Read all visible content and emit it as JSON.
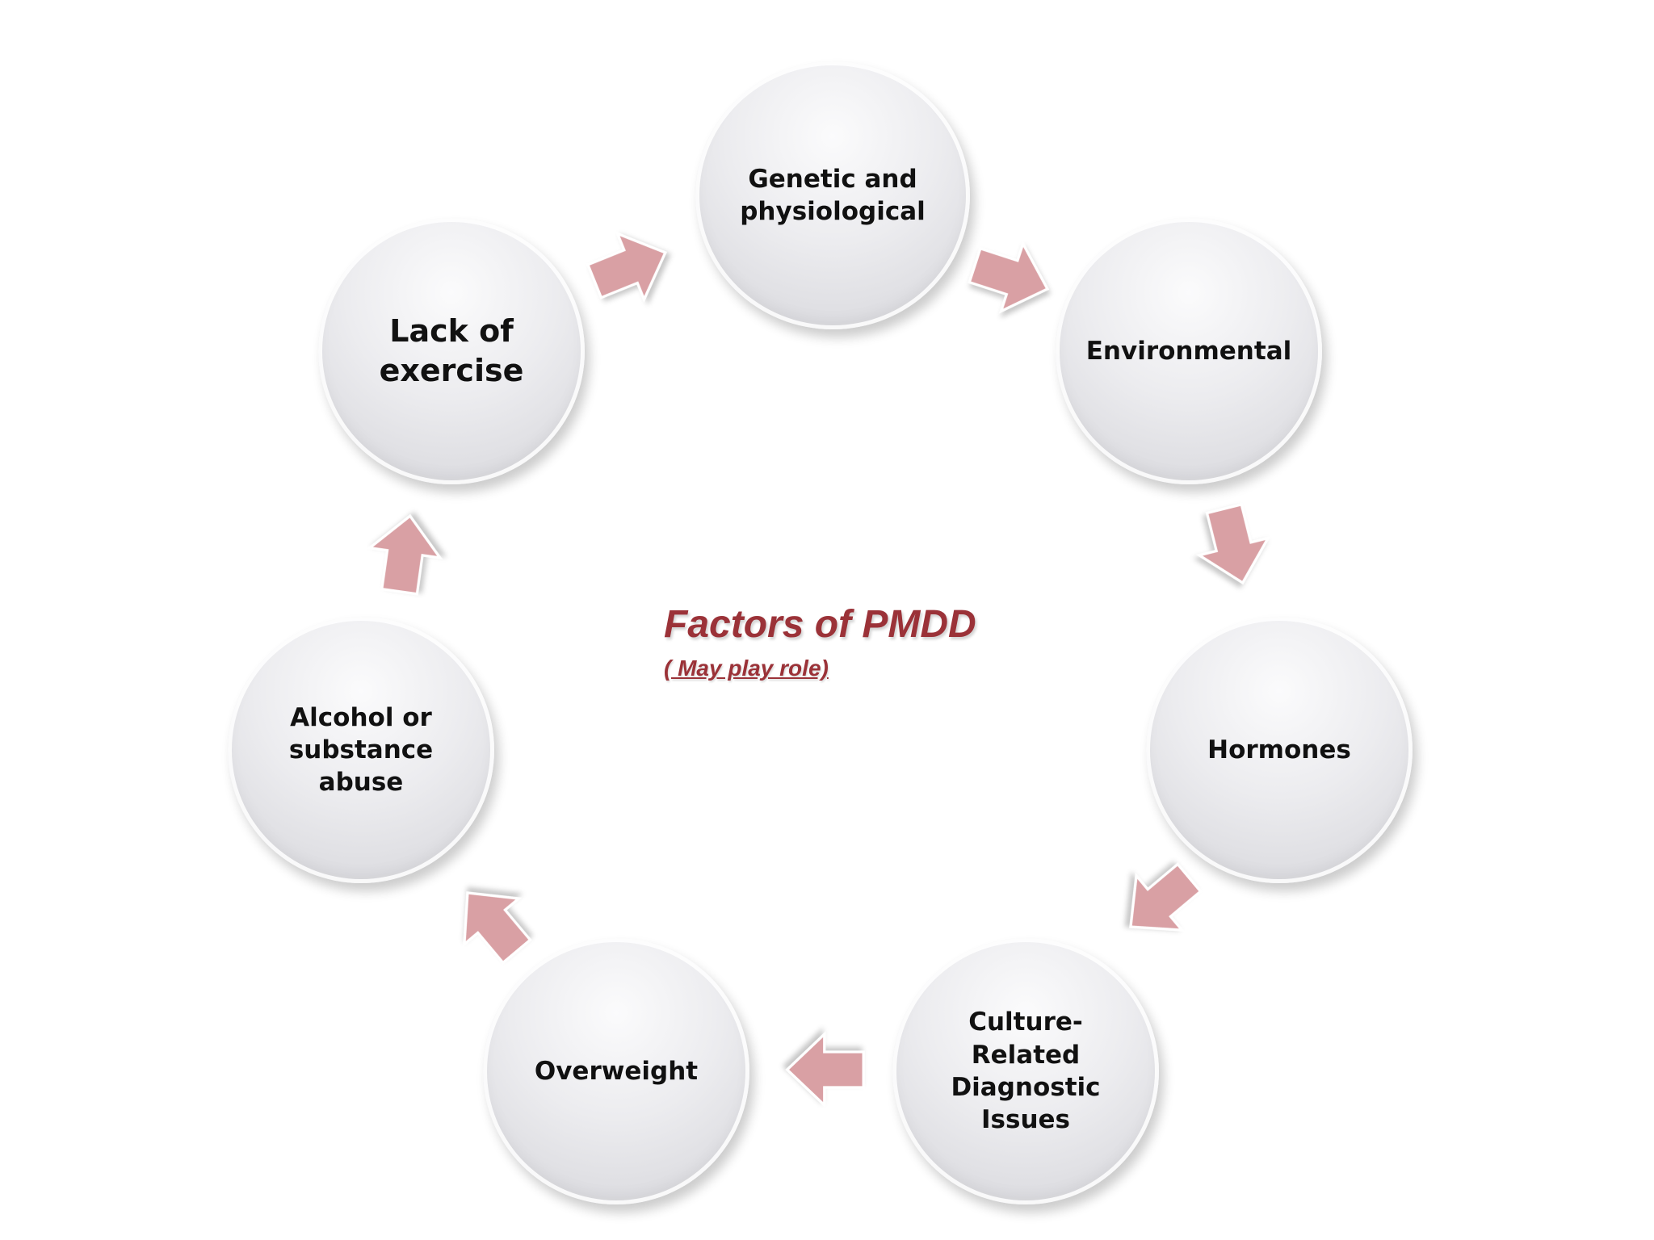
{
  "diagram": {
    "title": "Factors of PMDD",
    "subtitle": "( May play role)",
    "nodes": [
      {
        "id": "genetic",
        "label": "Genetic and\nphysiological"
      },
      {
        "id": "environmental",
        "label": "Environmental"
      },
      {
        "id": "hormones",
        "label": "Hormones"
      },
      {
        "id": "culture",
        "label": "Culture-\nRelated\nDiagnostic\nIssues"
      },
      {
        "id": "overweight",
        "label": "Overweight"
      },
      {
        "id": "alcohol",
        "label": "Alcohol or\nsubstance\nabuse"
      },
      {
        "id": "exercise",
        "label": "Lack of\nexercise"
      }
    ],
    "arrow_color": "#d9a0a4",
    "title_color": "#9b3238"
  }
}
